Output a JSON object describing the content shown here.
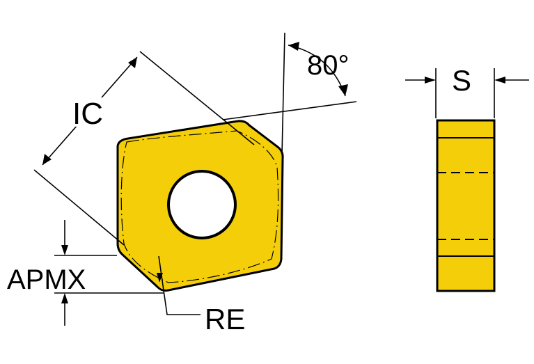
{
  "labels": {
    "ic": "IC",
    "angle": "80°",
    "s": "S",
    "apmx": "APMX",
    "re": "RE"
  },
  "colors": {
    "insert_fill": "#F5CE0A",
    "outline": "#000000",
    "background": "#FFFFFF"
  }
}
